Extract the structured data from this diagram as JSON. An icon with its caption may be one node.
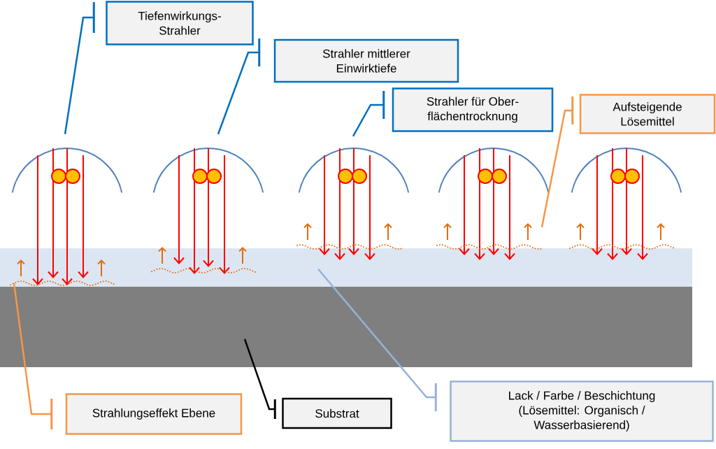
{
  "diagram": {
    "nodes": [
      {
        "text": [
          "Tiefenwirkungs- Strahler"
        ]
      },
      {
        "text": [
          "Strahler mittlerer Einwirktiefe"
        ]
      },
      {
        "text": [
          "Strahler für Ober- flächentrocknung"
        ]
      },
      {
        "text": [
          "Aufsteigende Lösemittel"
        ]
      },
      {
        "text": [
          "Strahlungseffekt Ebene"
        ]
      },
      {
        "text": [
          "Substrat"
        ]
      },
      {
        "text": [
          "Lack / Farbe / Beschichtung (Lösemittel: Organisch / Wasserbasierend)"
        ]
      },
      {
        "text": [],
        "shape": "lamp"
      },
      {
        "text": [],
        "shape": "lamp"
      },
      {
        "text": [],
        "shape": "lamp"
      },
      {
        "text": [],
        "shape": "lamp"
      },
      {
        "text": [],
        "shape": "lamp"
      },
      {
        "text": [],
        "shape": "bar"
      },
      {
        "text": [],
        "shape": "bar"
      }
    ],
    "edges": [
      {
        "from": 7,
        "to": 0,
        "arrow": "none"
      },
      {
        "from": 8,
        "to": 1,
        "arrow": "none"
      },
      {
        "from": 9,
        "to": 2,
        "arrow": "none"
      },
      {
        "from": 10,
        "to": 3,
        "arrow": "none",
        "color": "#f79646"
      },
      {
        "from": 7,
        "to": 4,
        "arrow": "none",
        "color": "#f79646"
      },
      {
        "from": 13,
        "to": 5,
        "arrow": "none",
        "color": "#000000"
      },
      {
        "from": 12,
        "to": 6,
        "arrow": "none",
        "color": "#95b3d7"
      }
    ]
  }
}
